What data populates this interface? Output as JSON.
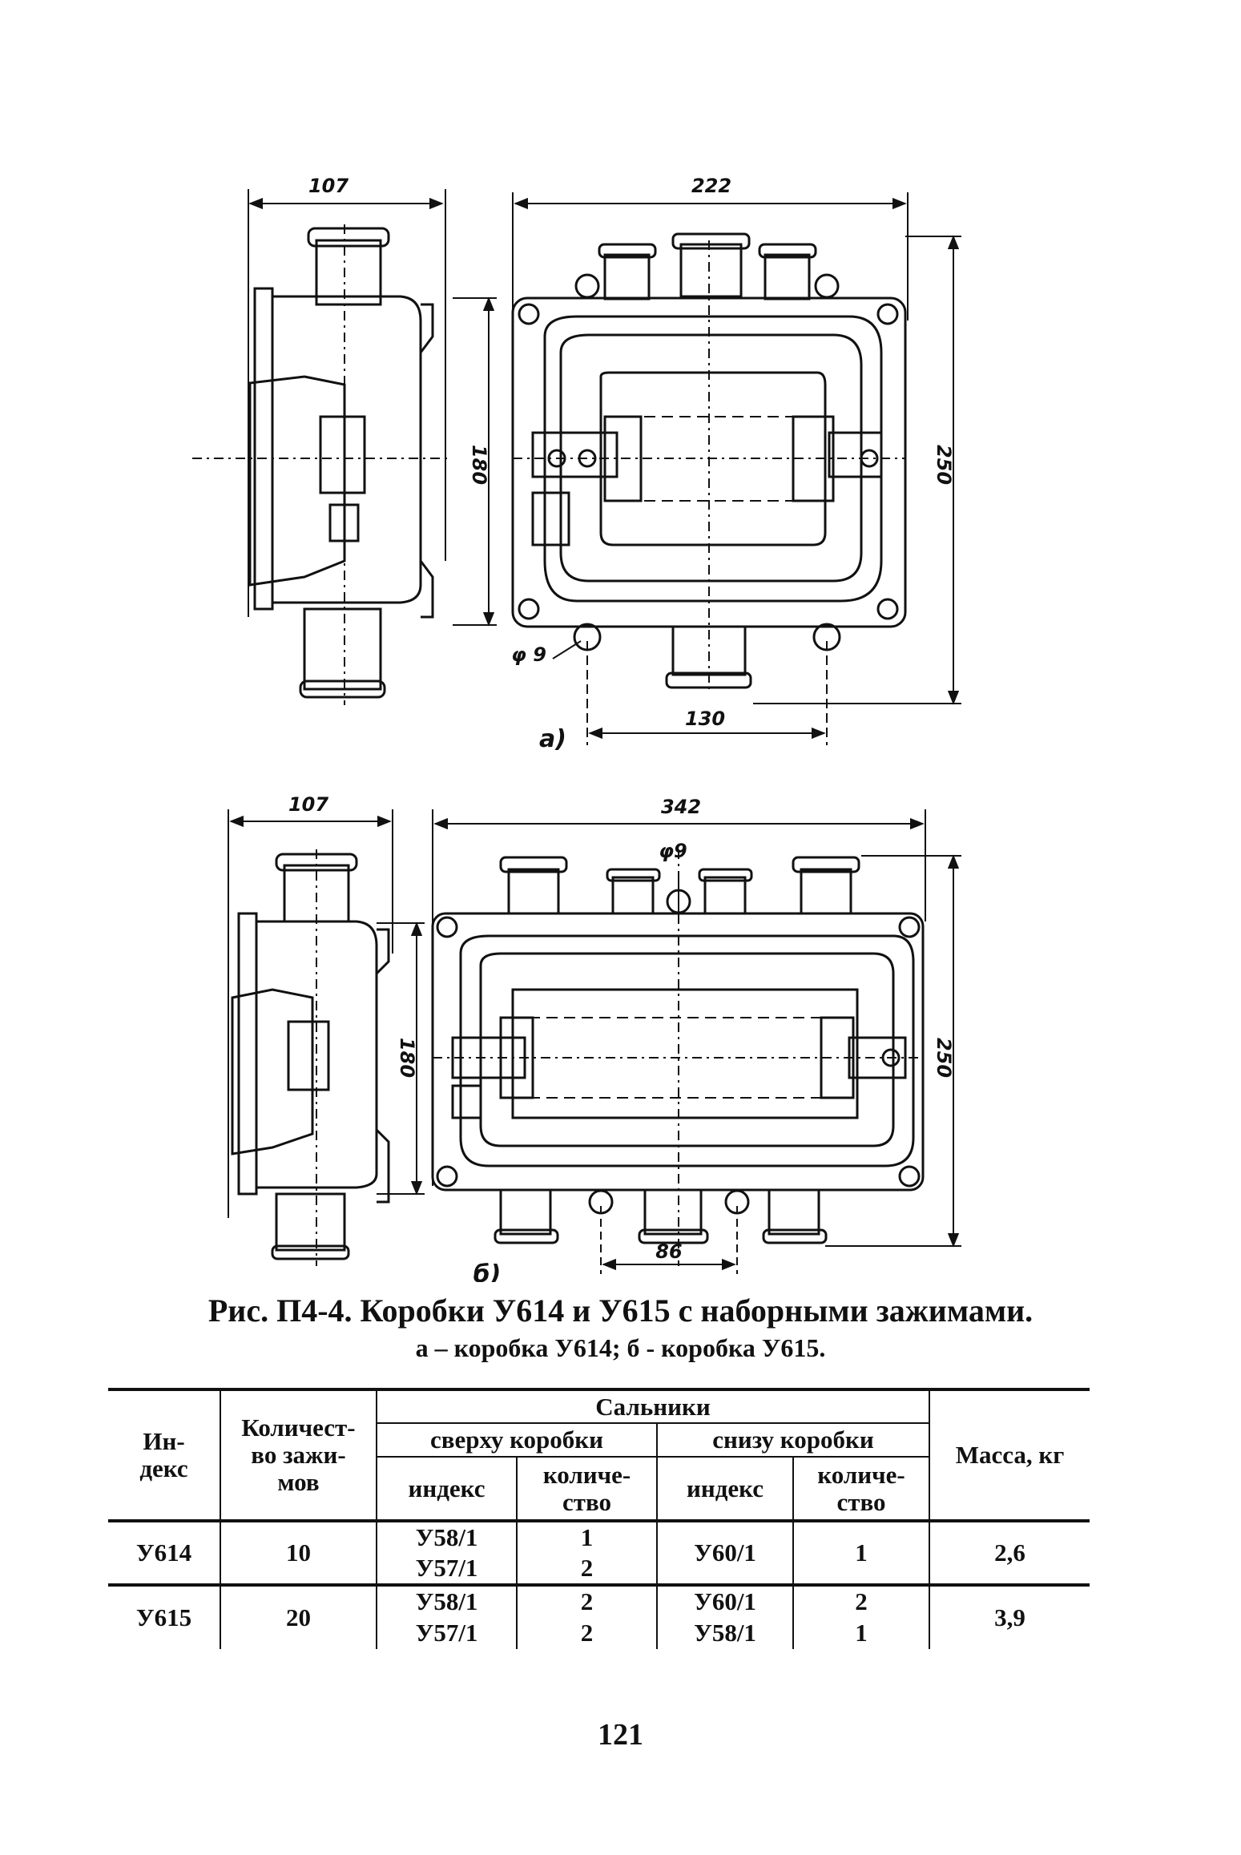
{
  "figure": {
    "a": {
      "label": "а)",
      "dims": {
        "side_width": "107",
        "front_width": "222",
        "height_mid": "180",
        "height_total": "250",
        "hole_diameter": "φ 9",
        "hole_spacing": "130"
      }
    },
    "b": {
      "label": "б)",
      "dims": {
        "side_width": "107",
        "front_width": "342",
        "height_mid": "180",
        "height_total": "250",
        "hole_diameter": "φ9",
        "hole_spacing": "86"
      }
    }
  },
  "caption": {
    "title": "Рис. П4-4. Коробки У614 и У615 с наборными зажимами.",
    "subtitle": "а – коробка У614; б - коробка У615."
  },
  "table": {
    "headers": {
      "index": "Ин-\nдекс",
      "clamp_count": "Количест-\nво зажи-\nмов",
      "glands": "Сальники",
      "top": "сверху коробки",
      "bottom": "снизу коробки",
      "sub_index": "индекс",
      "sub_qty": "количе-\nство",
      "mass": "Масса, кг"
    },
    "rows": [
      {
        "index": "У614",
        "clamps": "10",
        "top_index_1": "У58/1",
        "top_qty_1": "1",
        "top_index_2": "У57/1",
        "top_qty_2": "2",
        "bottom_index": "У60/1",
        "bottom_qty": "1",
        "mass": "2,6"
      },
      {
        "index": "У615",
        "clamps": "20",
        "top_index_1": "У58/1",
        "top_qty_1": "2",
        "top_index_2": "У57/1",
        "top_qty_2": "2",
        "bottom_index_1": "У60/1",
        "bottom_qty_1": "2",
        "bottom_index_2": "У58/1",
        "bottom_qty_2": "1",
        "mass": "3,9"
      }
    ]
  },
  "page_number": "121"
}
